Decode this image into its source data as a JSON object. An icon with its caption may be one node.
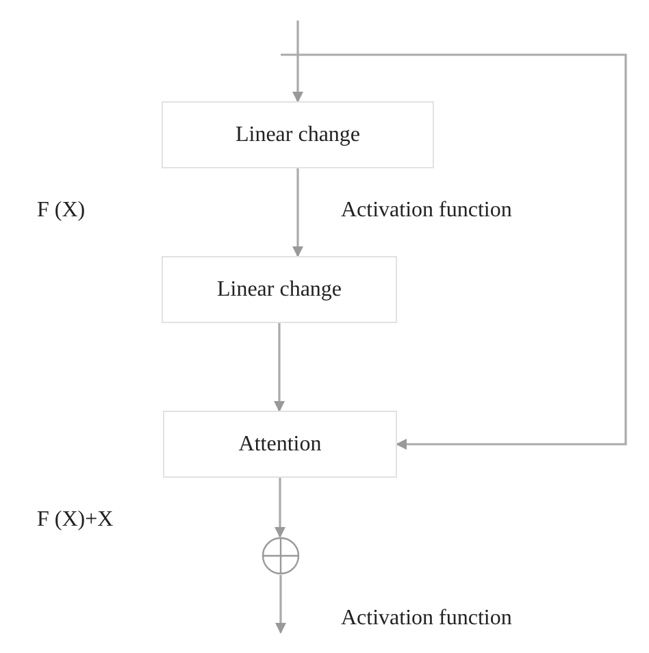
{
  "diagram": {
    "nodes": [
      {
        "text": [
          "Linear change"
        ]
      },
      {
        "text": [
          "Linear change"
        ]
      },
      {
        "text": [
          "Attention"
        ]
      },
      {
        "text": [],
        "shape": "circle"
      }
    ],
    "edges": [
      {
        "from": null,
        "to": 0,
        "arrow": "to"
      },
      {
        "from": 0,
        "to": 1,
        "arrow": "to"
      },
      {
        "from": 1,
        "to": 2,
        "arrow": "to"
      },
      {
        "from": null,
        "to": 2,
        "arrow": "to"
      },
      {
        "from": 2,
        "to": 3,
        "arrow": "to"
      },
      {
        "from": 3,
        "to": null,
        "arrow": "to"
      }
    ],
    "labels": [
      "F (X)",
      "Activation function",
      "F (X)+X",
      "Activation function"
    ]
  }
}
